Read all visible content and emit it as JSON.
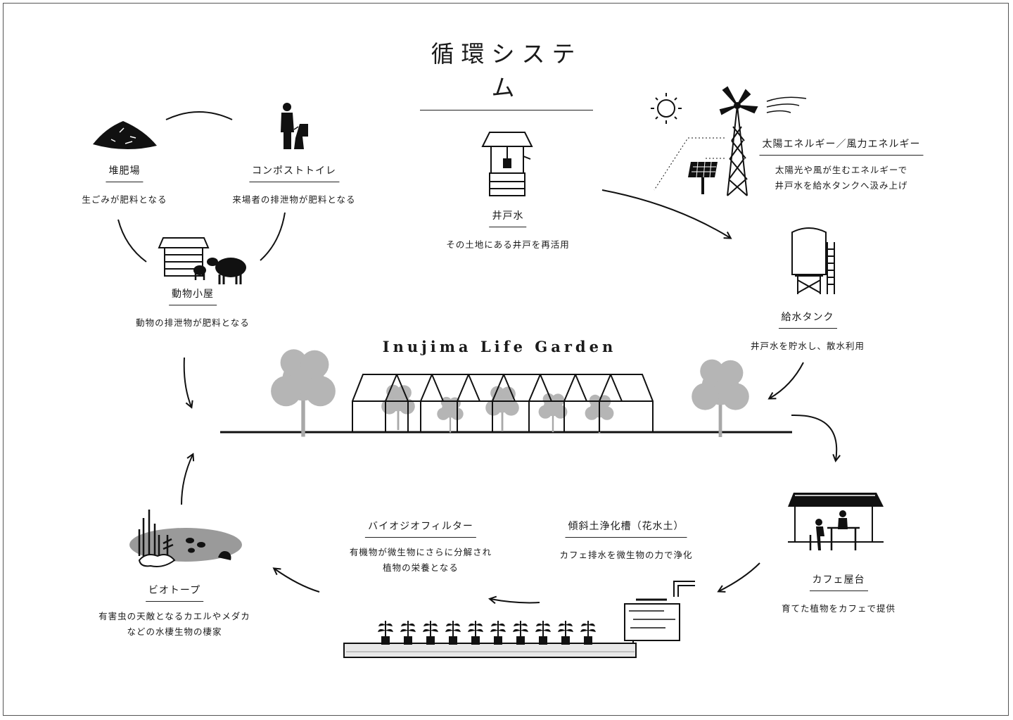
{
  "title": "循環システム",
  "garden_name": "Inujima Life Garden",
  "nodes": {
    "compost": {
      "title": "堆肥場",
      "desc": [
        "生ごみが肥料となる"
      ]
    },
    "toilet": {
      "title": "コンポストトイレ",
      "desc": [
        "来場者の排泄物が肥料となる"
      ]
    },
    "animal": {
      "title": "動物小屋",
      "desc": [
        "動物の排泄物が肥料となる"
      ]
    },
    "well": {
      "title": "井戸水",
      "desc": [
        "その土地にある井戸を再活用"
      ]
    },
    "energy": {
      "title": "太陽エネルギー／風力エネルギー",
      "desc": [
        "太陽光や風が生むエネルギーで",
        "井戸水を給水タンクへ汲み上げ"
      ]
    },
    "tank": {
      "title": "給水タンク",
      "desc": [
        "井戸水を貯水し、散水利用"
      ]
    },
    "cafe": {
      "title": "カフェ屋台",
      "desc": [
        "育てた植物をカフェで提供"
      ]
    },
    "soil": {
      "title": "傾斜土浄化槽（花水土）",
      "desc": [
        "カフェ排水を微生物の力で浄化"
      ]
    },
    "biofilter": {
      "title": "バイオジオフィルター",
      "desc": [
        "有機物が微生物にさらに分解され",
        "植物の栄養となる"
      ]
    },
    "biotope": {
      "title": "ビオトープ",
      "desc": [
        "有害虫の天敵となるカエルやメダカ",
        "などの水棲生物の棲家"
      ]
    }
  },
  "icons": [
    "compost-pile-icon",
    "compost-toilet-icon",
    "animal-shed-icon",
    "well-icon",
    "sun-icon",
    "windmill-icon",
    "solar-panel-icon",
    "water-tank-icon",
    "greenhouse-icon",
    "tree-icon",
    "cafe-stall-icon",
    "purification-tank-icon",
    "biofilter-icon",
    "biotope-icon",
    "arrow-icon"
  ]
}
